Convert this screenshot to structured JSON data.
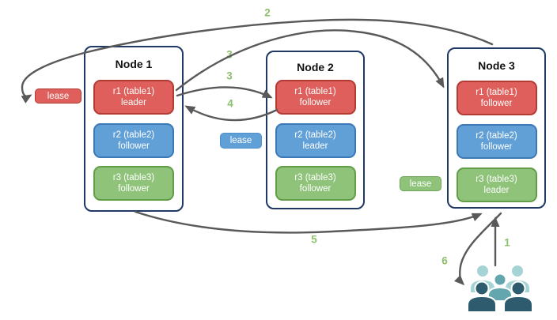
{
  "meta": {
    "colors": {
      "replica_red": "#DE5F5B",
      "replica_red_border": "#B23B34",
      "replica_blue": "#61A0D7",
      "replica_blue_border": "#3C78B5",
      "replica_green": "#8EC379",
      "replica_green_border": "#629D48",
      "node_border": "#1F3864",
      "arrow_gray": "#595959",
      "step_label_green": "#8CBF6C",
      "users_back": "#A6D3D5",
      "users_middle": "#63A6AE",
      "users_front": "#2E5C6E"
    }
  },
  "nodes": [
    {
      "title": "Node 1",
      "replicas": [
        {
          "line1": "r1 (table1)",
          "line2": "leader",
          "color": "red"
        },
        {
          "line1": "r2 (table2)",
          "line2": "follower",
          "color": "blue"
        },
        {
          "line1": "r3 (table3)",
          "line2": "follower",
          "color": "green"
        }
      ]
    },
    {
      "title": "Node 2",
      "replicas": [
        {
          "line1": "r1 (table1)",
          "line2": "follower",
          "color": "red"
        },
        {
          "line1": "r2 (table2)",
          "line2": "leader",
          "color": "blue"
        },
        {
          "line1": "r3 (table3)",
          "line2": "follower",
          "color": "green"
        }
      ]
    },
    {
      "title": "Node 3",
      "replicas": [
        {
          "line1": "r1 (table1)",
          "line2": "follower",
          "color": "red"
        },
        {
          "line1": "r2 (table2)",
          "line2": "follower",
          "color": "blue"
        },
        {
          "line1": "r3 (table3)",
          "line2": "leader",
          "color": "green"
        }
      ]
    }
  ],
  "leases": {
    "red": "lease",
    "blue": "lease",
    "green": "lease"
  },
  "steps": {
    "s1": "1",
    "s2": "2",
    "s3a": "3",
    "s3b": "3",
    "s4": "4",
    "s5": "5",
    "s6": "6"
  }
}
